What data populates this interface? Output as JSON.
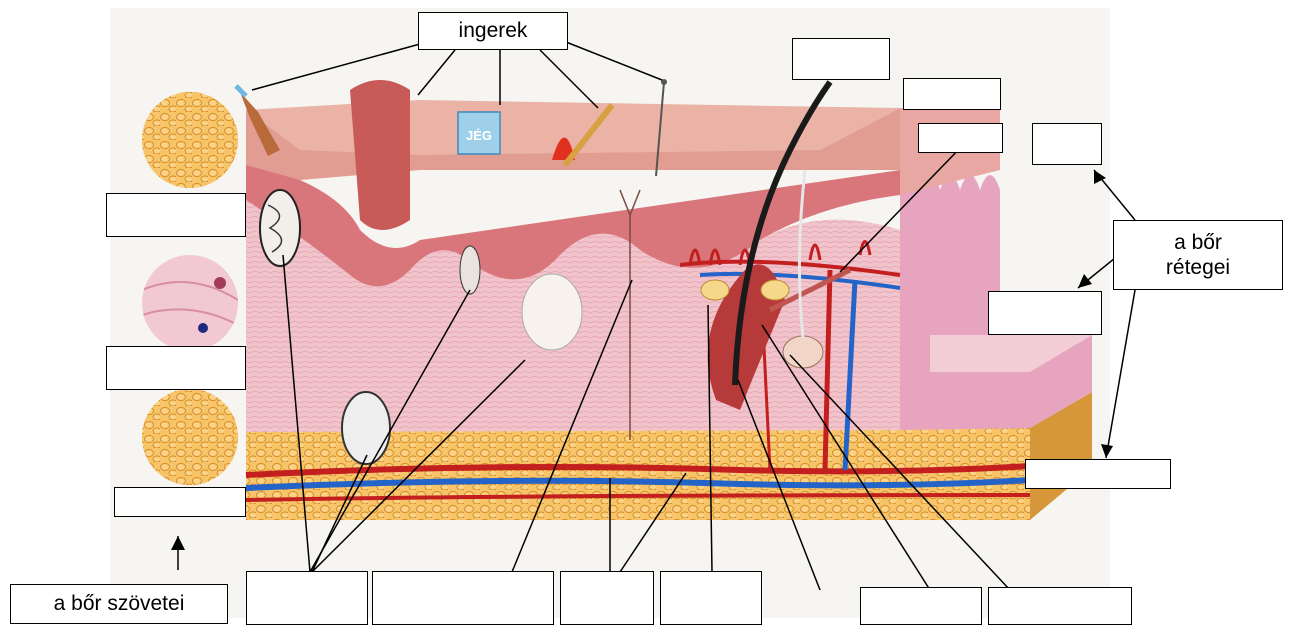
{
  "labels": {
    "stimuli": "ingerek",
    "skin_layers": "a bőr rétegei",
    "skin_tissues": "a bőr szövetei"
  },
  "icons": {
    "ice_cube_text": "JÉG"
  },
  "colors": {
    "epidermis": "#e7a096",
    "dermis": "#f1c4cc",
    "subcutis": "#f2ad3a",
    "artery": "#c41f1f",
    "vein": "#2463c8"
  }
}
